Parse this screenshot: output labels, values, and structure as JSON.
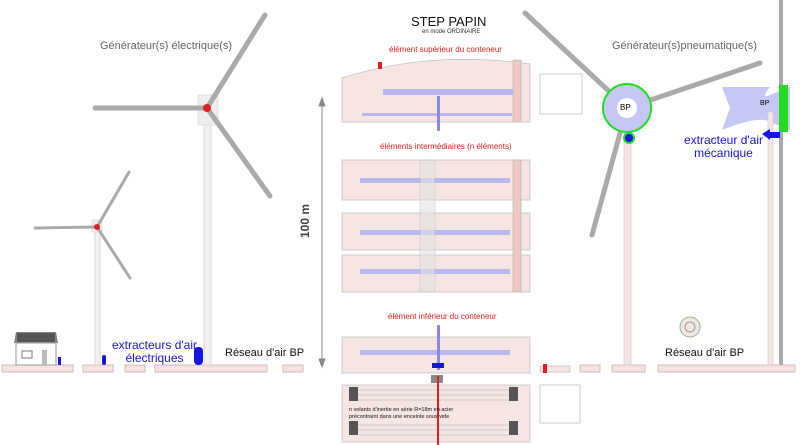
{
  "title": "STEP PAPIN",
  "subtitle": "en mode ORDINAIRE",
  "left": {
    "heading": "Générateur(s) électrique(s)",
    "extractors_line1": "extracteurs d'air",
    "extractors_line2": "électriques",
    "network": "Réseau d'air BP"
  },
  "right": {
    "heading": "Générateur(s)pneumatique(s)",
    "hub_label": "BP",
    "venturi_label": "BP",
    "extractor_line1": "extracteur d'air",
    "extractor_line2": "mécanique",
    "network": "Réseau d'air BP"
  },
  "height_label": "100 m",
  "container": {
    "top_label": "élément supérieur du conteneur",
    "middle_label": "éléments intermédiaires (n éléments)",
    "bottom_label": "élément inférieur du conteneur",
    "flywheel_line1": "n volants d'inertie en série R=18m en acier",
    "flywheel_line2": "précontraint dans une enceinte sous vide"
  },
  "colors": {
    "water": "#b8b8ee",
    "container": "#f6e6e3",
    "accent_red": "#e02020",
    "accent_blue": "#1515e6",
    "green": "#22dd22"
  }
}
